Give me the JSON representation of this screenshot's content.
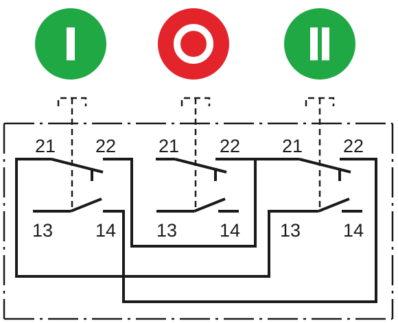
{
  "colors": {
    "start_green": "#1fa843",
    "stop_red": "#e3252b",
    "line": "#1a1a1a"
  },
  "buttons": [
    {
      "symbol": "I",
      "color": "#1fa843"
    },
    {
      "symbol": "O",
      "color": "#e3252b"
    },
    {
      "symbol": "II",
      "color": "#1fa843"
    }
  ],
  "contacts": [
    {
      "nc_terminals": [
        "21",
        "22"
      ],
      "no_terminals": [
        "13",
        "14"
      ]
    },
    {
      "nc_terminals": [
        "21",
        "22"
      ],
      "no_terminals": [
        "13",
        "14"
      ]
    },
    {
      "nc_terminals": [
        "21",
        "22"
      ],
      "no_terminals": [
        "13",
        "14"
      ]
    }
  ]
}
